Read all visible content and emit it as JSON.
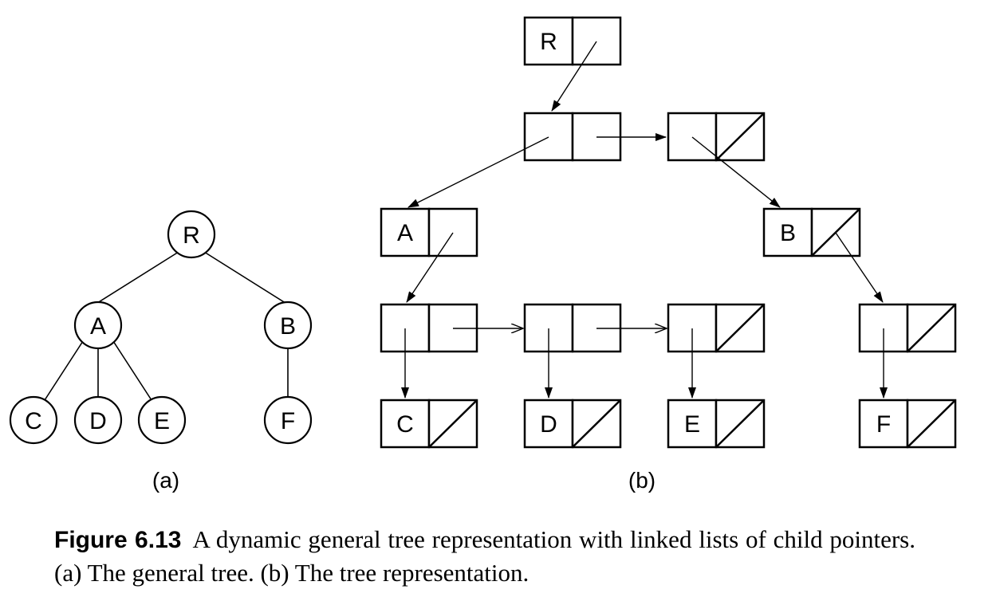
{
  "tree_a": {
    "nodes": [
      "R",
      "A",
      "B",
      "C",
      "D",
      "E",
      "F"
    ],
    "edges": [
      [
        "R",
        "A"
      ],
      [
        "R",
        "B"
      ],
      [
        "A",
        "C"
      ],
      [
        "A",
        "D"
      ],
      [
        "A",
        "E"
      ],
      [
        "B",
        "F"
      ]
    ],
    "label": "(a)"
  },
  "tree_b": {
    "nodes": [
      "R",
      "A",
      "B",
      "C",
      "D",
      "E",
      "F"
    ],
    "label": "(b)"
  },
  "caption": {
    "label": "Figure 6.13",
    "text": "A dynamic general tree representation with linked lists of child pointers. (a) The general tree. (b) The tree representation."
  }
}
